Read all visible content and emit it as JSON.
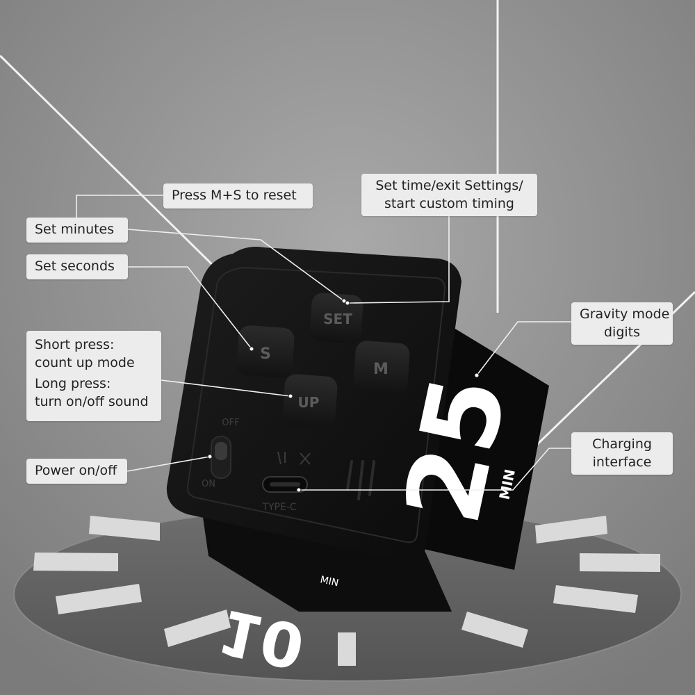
{
  "callouts": {
    "reset": "Press M+S to reset",
    "set_minutes": "Set minutes",
    "set_seconds": "Set seconds",
    "up_line1": "Short press:",
    "up_line2": "count up mode",
    "up_line3": "Long press:",
    "up_line4": "turn on/off sound",
    "power": "Power on/off",
    "set_line1": "Set time/exit Settings/",
    "set_line2": "start custom timing",
    "gravity_line1": "Gravity mode",
    "gravity_line2": "digits",
    "charging_line1": "Charging",
    "charging_line2": "interface"
  },
  "device": {
    "button_set": "SET",
    "button_s": "S",
    "button_m": "M",
    "button_up": "UP",
    "switch_off": "OFF",
    "switch_on": "ON",
    "port_label": "TYPE-C",
    "side_digits": "25",
    "side_unit": "MIN",
    "bottom_digits": "10",
    "bottom_unit": "MIN"
  },
  "colors": {
    "background": "#8f8f8f",
    "cube": "#111111",
    "callout_bg": "#ececec",
    "leader": "#f0f0f0"
  }
}
